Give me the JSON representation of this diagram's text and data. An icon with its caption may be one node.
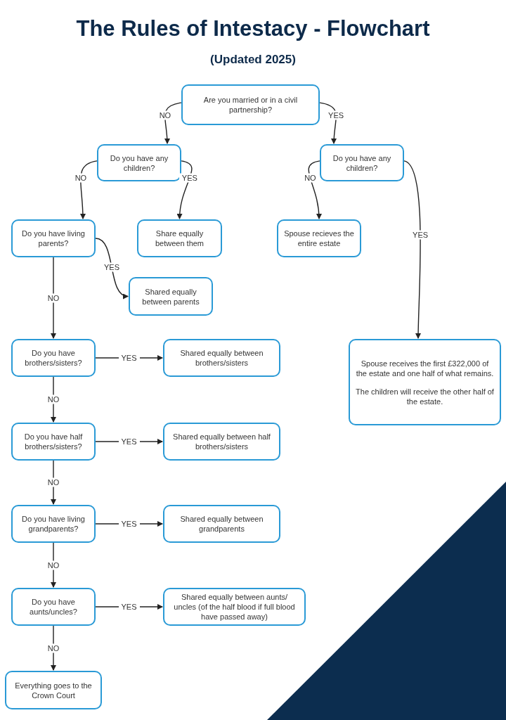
{
  "diagram": {
    "title": "The Rules of Intestacy - Flowchart",
    "caption": "(Updated 2025)",
    "nodes": [
      {
        "text": [
          "Are you married or in a civil partnership?"
        ]
      },
      {
        "text": [
          "Do you have any children?"
        ]
      },
      {
        "text": [
          "Do you have any children?"
        ]
      },
      {
        "text": [
          "Do you have living parents?"
        ]
      },
      {
        "text": [
          "Share equally between them"
        ]
      },
      {
        "text": [
          "Spouse recieves the entire estate"
        ]
      },
      {
        "text": [
          "Shared equally between parents"
        ]
      },
      {
        "text": [
          "Spouse receives the first £322,000 of the estate and one half of what remains.",
          "The children will receive the other half of the estate."
        ]
      },
      {
        "text": [
          "Do you have brothers/sisters?"
        ]
      },
      {
        "text": [
          "Shared equally between brothers/sisters"
        ]
      },
      {
        "text": [
          "Do you have half brothers/sisters?"
        ]
      },
      {
        "text": [
          "Shared equally between half brothers/sisters"
        ]
      },
      {
        "text": [
          "Do you have living grandparents?"
        ]
      },
      {
        "text": [
          "Shared equally between grandparents"
        ]
      },
      {
        "text": [
          "Do you have aunts/uncles?"
        ]
      },
      {
        "text": [
          "Shared equally between aunts/ uncles (of the half blood if full blood have passed away)"
        ]
      },
      {
        "text": [
          "Everything goes to the Crown Court"
        ]
      }
    ],
    "edges": [
      {
        "from": 0,
        "to": 1,
        "arrow": "to",
        "label": "NO"
      },
      {
        "from": 0,
        "to": 2,
        "arrow": "to",
        "label": "YES"
      },
      {
        "from": 1,
        "to": 3,
        "arrow": "to",
        "label": "NO"
      },
      {
        "from": 1,
        "to": 4,
        "arrow": "to",
        "label": "YES"
      },
      {
        "from": 2,
        "to": 5,
        "arrow": "to",
        "label": "NO"
      },
      {
        "from": 2,
        "to": 7,
        "arrow": "to",
        "label": "YES"
      },
      {
        "from": 3,
        "to": 6,
        "arrow": "to",
        "label": "YES"
      },
      {
        "from": 3,
        "to": 8,
        "arrow": "to",
        "label": "NO"
      },
      {
        "from": 8,
        "to": 9,
        "arrow": "to",
        "label": "YES"
      },
      {
        "from": 8,
        "to": 10,
        "arrow": "to",
        "label": "NO"
      },
      {
        "from": 10,
        "to": 11,
        "arrow": "to",
        "label": "YES"
      },
      {
        "from": 10,
        "to": 12,
        "arrow": "to",
        "label": "NO"
      },
      {
        "from": 12,
        "to": 13,
        "arrow": "to",
        "label": "YES"
      },
      {
        "from": 12,
        "to": 14,
        "arrow": "to",
        "label": "NO"
      },
      {
        "from": 14,
        "to": 15,
        "arrow": "to",
        "label": "YES"
      },
      {
        "from": 14,
        "to": 16,
        "arrow": "to",
        "label": "NO"
      }
    ]
  }
}
